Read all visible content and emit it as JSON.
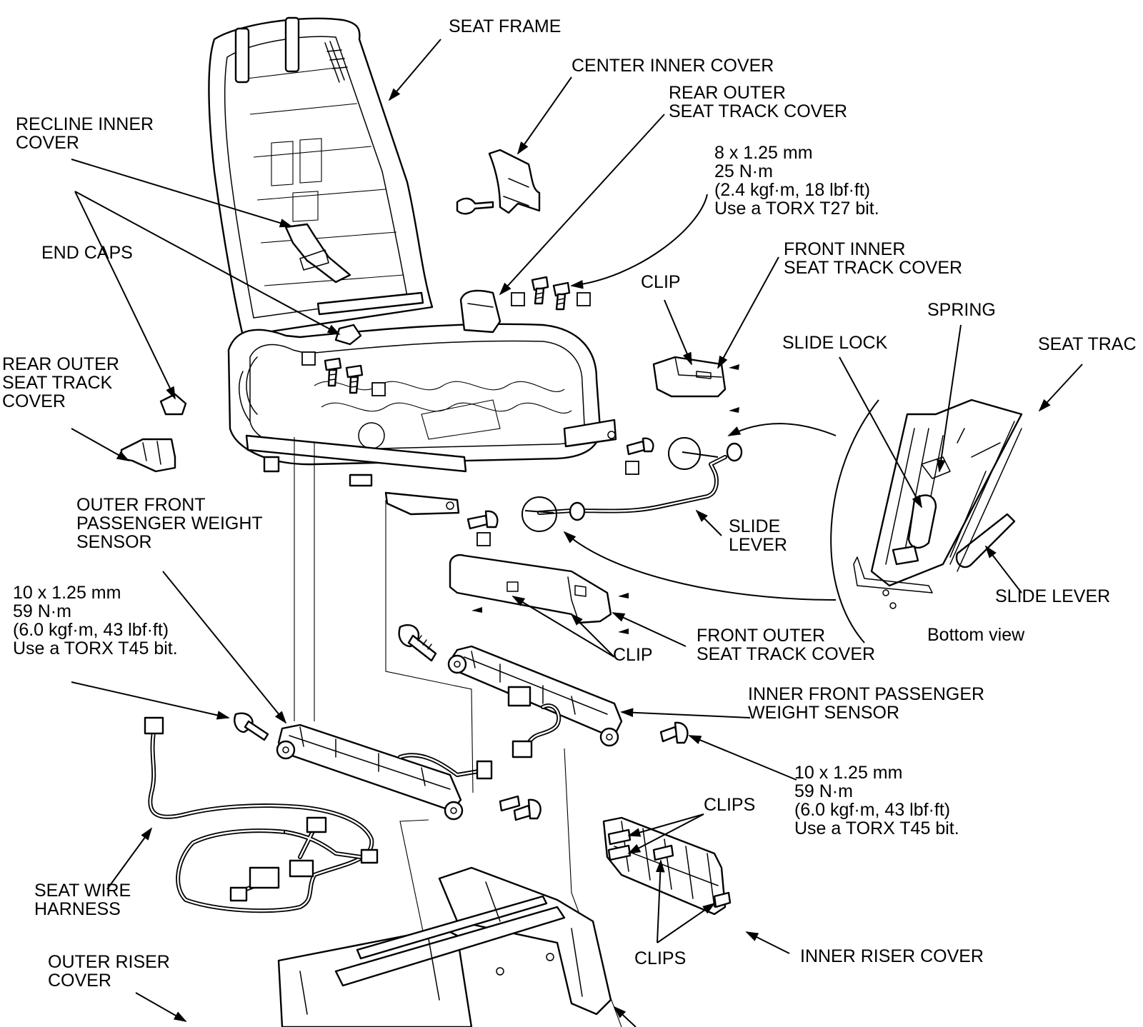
{
  "diagram": {
    "labels": {
      "seat_frame": "SEAT FRAME",
      "center_inner_cover": "CENTER INNER COVER",
      "rear_outer_seat_track_cover_top": [
        "REAR OUTER",
        "SEAT TRACK COVER"
      ],
      "recline_inner_cover": [
        "RECLINE INNER",
        "COVER"
      ],
      "spec_8mm": [
        "8 x 1.25 mm",
        "25 N·m",
        "(2.4 kgf·m, 18 lbf·ft)",
        "Use a TORX T27 bit."
      ],
      "end_caps": "END CAPS",
      "front_inner_seat_track_cover": [
        "FRONT INNER",
        "SEAT TRACK COVER"
      ],
      "clip_top": "CLIP",
      "spring": "SPRING",
      "slide_lock": "SLIDE LOCK",
      "seat_track_cut": "SEAT TRAC",
      "rear_outer_seat_track_cover_left": [
        "REAR OUTER",
        "SEAT TRACK",
        "COVER"
      ],
      "outer_front_passenger_weight_sensor": [
        "OUTER FRONT",
        "PASSENGER WEIGHT",
        "SENSOR"
      ],
      "slide_lever_mid": [
        "SLIDE",
        "LEVER"
      ],
      "spec_10mm_left": [
        "10 x 1.25 mm",
        "59 N·m",
        "(6.0 kgf·m, 43 lbf·ft)",
        "Use a TORX T45 bit."
      ],
      "slide_lever_right": "SLIDE LEVER",
      "front_outer_seat_track_cover": [
        "FRONT OUTER",
        "SEAT TRACK COVER"
      ],
      "clip_mid": "CLIP",
      "bottom_view": "Bottom view",
      "inner_front_passenger_weight_sensor": [
        "INNER FRONT PASSENGER",
        "WEIGHT SENSOR"
      ],
      "spec_10mm_right": [
        "10 x 1.25 mm",
        "59 N·m",
        "(6.0 kgf·m, 43 lbf·ft)",
        "Use a TORX T45 bit."
      ],
      "clips_upper": "CLIPS",
      "seat_wire_harness": [
        "SEAT WIRE",
        "HARNESS"
      ],
      "clips_lower": "CLIPS",
      "inner_riser_cover": "INNER RISER COVER",
      "outer_riser_cover": [
        "OUTER RISER",
        "COVER"
      ]
    }
  }
}
